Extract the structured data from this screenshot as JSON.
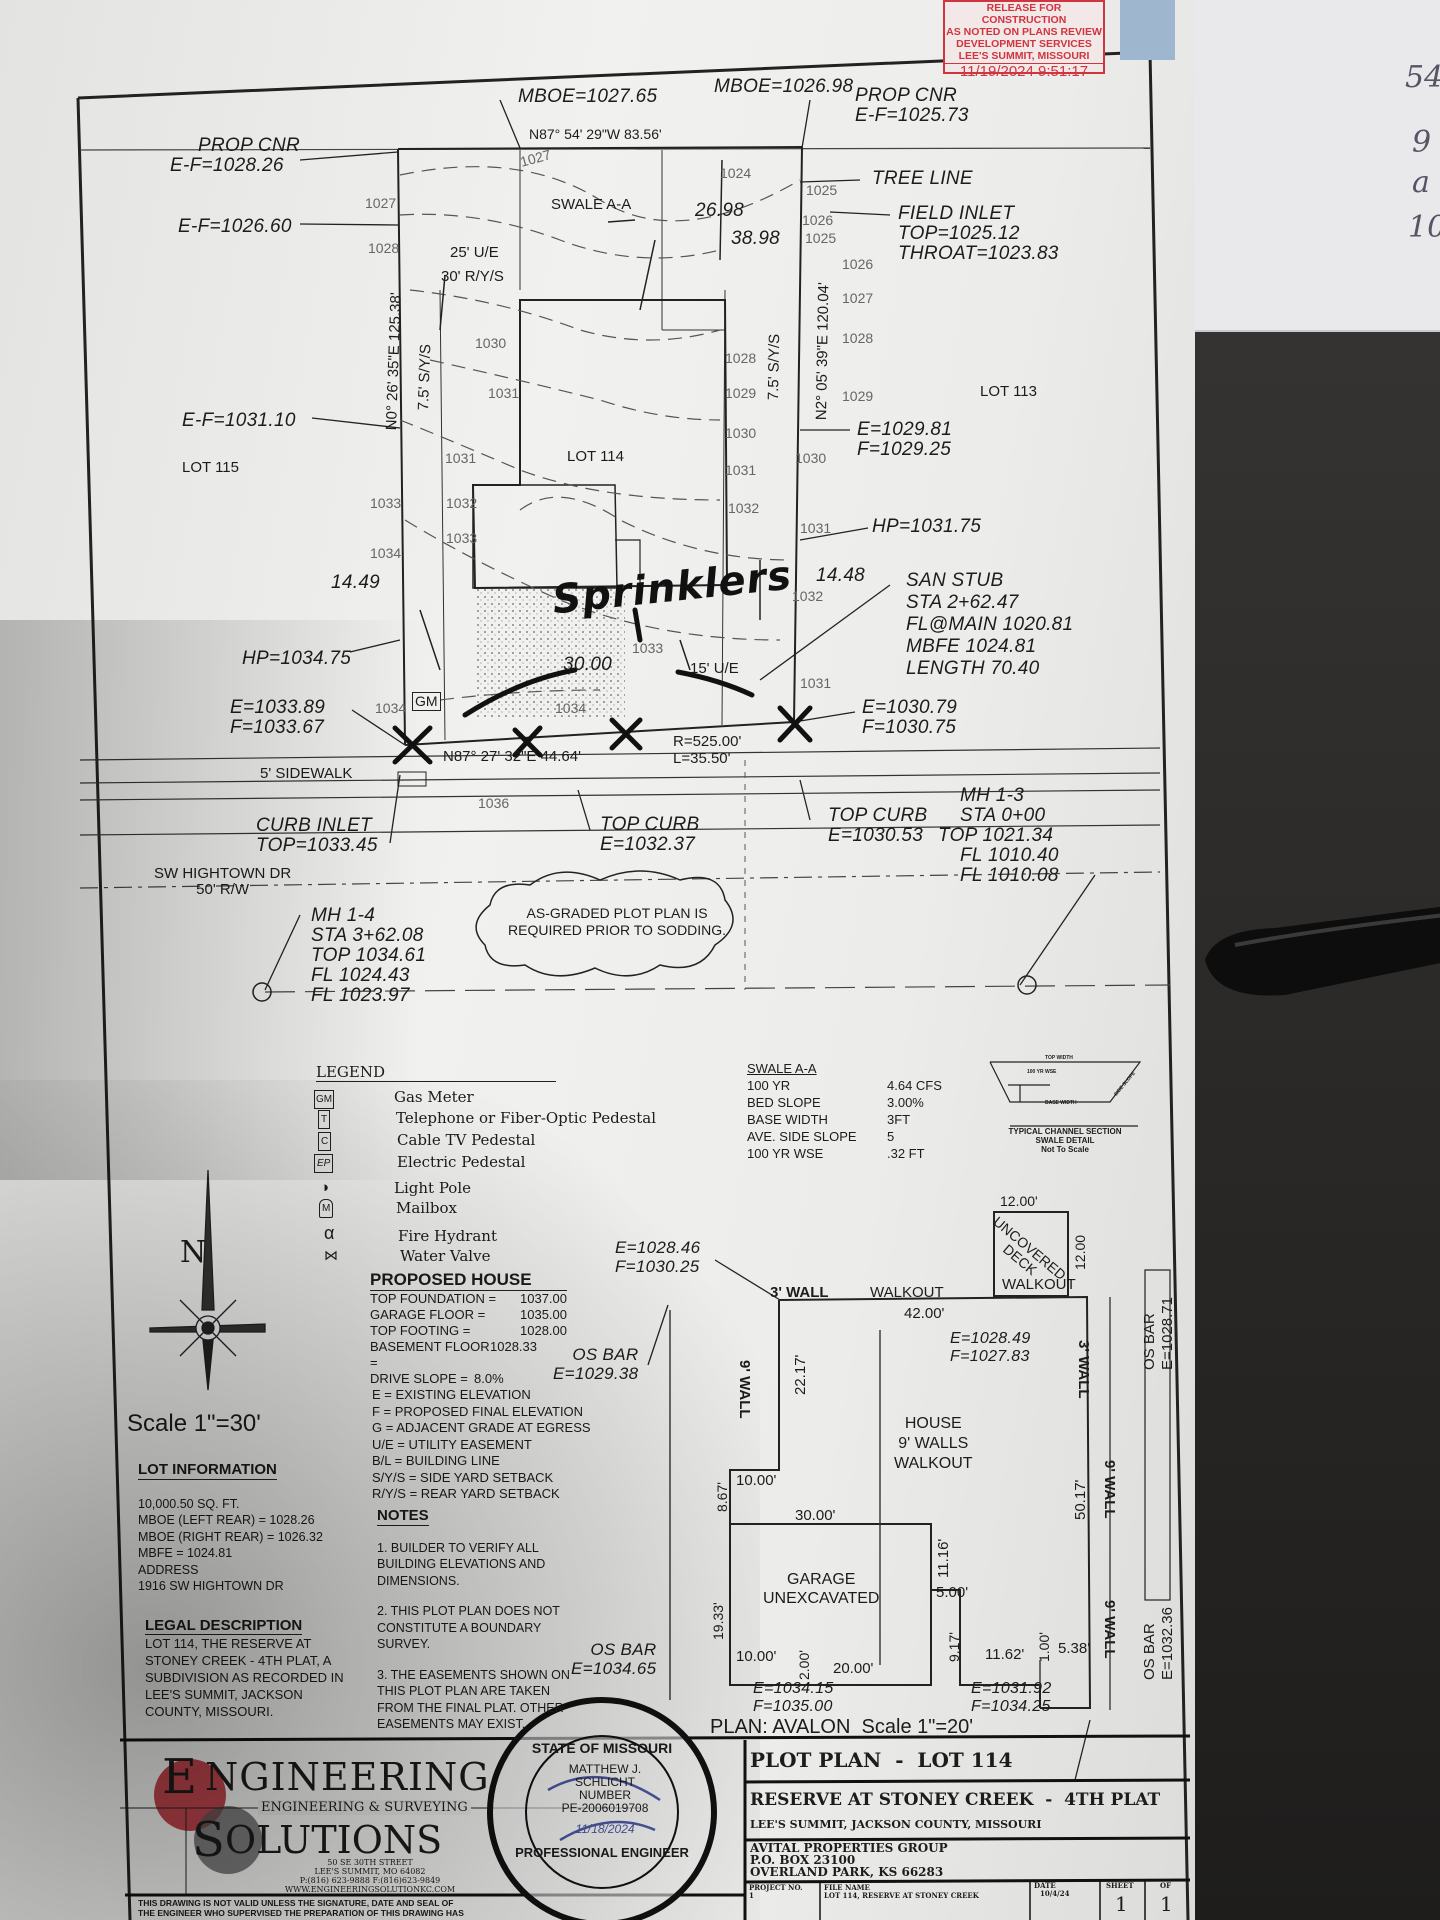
{
  "stamp": {
    "lines": [
      "RELEASE FOR CONSTRUCTION",
      "AS NOTED ON PLANS REVIEW",
      "DEVELOPMENT SERVICES",
      "LEE'S SUMMIT, MISSOURI"
    ],
    "datetime": "11/19/2024 9:51:17"
  },
  "side_paper_handwriting": [
    "54",
    "9",
    "a",
    "10"
  ],
  "site": {
    "mboe_left": "MBOE=1027.65",
    "bearing_rear": "N87° 54' 29\"W 83.56'",
    "mboe_right": "MBOE=1026.98",
    "prop_cnr_left": [
      "PROP CNR",
      "E-F=1028.26"
    ],
    "prop_cnr_right": [
      "PROP CNR",
      "E-F=1025.73"
    ],
    "tree_line": "TREE LINE",
    "field_inlet": [
      "FIELD INLET",
      "TOP=1025.12",
      "THROAT=1023.83"
    ],
    "swale": "SWALE A-A",
    "dim_2698": "26.98",
    "dim_3898": "38.98",
    "ef_102660": "E-F=1026.60",
    "ue_25": "25' U/E",
    "rys_30": "30' R/Y/S",
    "bearing_left": "N0° 26' 35\"E 125.38'",
    "bearing_right": "N2° 05' 39\"E 120.04'",
    "sys_left": "7.5' S/Y/S",
    "sys_right": "7.5' S/Y/S",
    "lot_113": "LOT 113",
    "lot_114": "LOT 114",
    "lot_115": "LOT 115",
    "ef_103110": "E-F=1031.10",
    "ef_right": [
      "E=1029.81",
      "F=1029.25"
    ],
    "hp_right": "HP=1031.75",
    "hp_left": "HP=1034.75",
    "dim_1449": "14.49",
    "dim_1448": "14.48",
    "san_stub": [
      "SAN STUB",
      "STA 2+62.47",
      "FL@MAIN 1020.81",
      "MBFE 1024.81",
      "LENGTH 70.40"
    ],
    "dim_3000": "30.00",
    "ue_15": "15' U/E",
    "ef_front_left": [
      "E=1033.89",
      "F=1033.67"
    ],
    "ef_front_right": [
      "E=1030.79",
      "F=1030.75"
    ],
    "bearing_front": "N87° 27' 32\"E 44.64'",
    "curve": [
      "R=525.00'",
      "L=35.50'"
    ],
    "sidewalk": "5' SIDEWALK",
    "curb_inlet": [
      "CURB INLET",
      "TOP=1033.45"
    ],
    "top_curb_left": [
      "TOP CURB",
      "E=1032.37"
    ],
    "top_curb_right": [
      "TOP CURB",
      "E=1030.53"
    ],
    "mh_13": [
      "MH 1-3",
      "STA 0+00",
      "TOP 1021.34",
      "FL 1010.40",
      "FL 1010.08"
    ],
    "street": [
      "SW HIGHTOWN DR",
      "50' R/W"
    ],
    "as_graded_note": [
      "AS-GRADED PLOT PLAN IS",
      "REQUIRED PRIOR TO SODDING."
    ],
    "mh_14": [
      "MH 1-4",
      "STA 3+62.08",
      "TOP 1034.61",
      "FL 1024.43",
      "FL 1023.97"
    ],
    "contours": [
      "1027",
      "1027",
      "1028",
      "1026",
      "1025",
      "1025",
      "1024",
      "1026",
      "1027",
      "1028",
      "1029",
      "1030",
      "1031",
      "1032",
      "1033",
      "1034",
      "1028",
      "1029",
      "1030",
      "1031",
      "1032",
      "1033",
      "1034",
      "1031",
      "1032",
      "1033",
      "1034",
      "1030",
      "1031",
      "1036",
      "1031"
    ],
    "handwritten_note": "Sprinklers",
    "gm_symbol": "GM"
  },
  "legend": {
    "title": "LEGEND",
    "items": [
      {
        "icon": "gas-meter",
        "symbol": "GM",
        "label": "Gas Meter"
      },
      {
        "icon": "telephone-pedestal",
        "symbol": "T",
        "label": "Telephone or Fiber-Optic Pedestal"
      },
      {
        "icon": "cable-pedestal",
        "symbol": "C",
        "label": "Cable TV Pedestal"
      },
      {
        "icon": "electric-pedestal",
        "symbol": "EP",
        "label": "Electric Pedestal"
      },
      {
        "icon": "light-pole",
        "symbol": "◑",
        "label": "Light Pole"
      },
      {
        "icon": "mailbox",
        "symbol": "M",
        "label": "Mailbox"
      },
      {
        "icon": "fire-hydrant",
        "symbol": "α",
        "label": "Fire Hydrant"
      },
      {
        "icon": "water-valve",
        "symbol": "⋈",
        "label": "Water Valve"
      }
    ]
  },
  "swale_table": {
    "title": "SWALE A-A",
    "rows": [
      [
        "100 YR",
        "4.64 CFS"
      ],
      [
        "BED SLOPE",
        "3.00%"
      ],
      [
        "BASE WIDTH",
        "3FT"
      ],
      [
        "AVE. SIDE SLOPE",
        "5"
      ],
      [
        "100 YR WSE",
        ".32 FT"
      ]
    ],
    "detail": {
      "top": "TOP WIDTH",
      "wse": "100 YR WSE",
      "base": "BASE WIDTH",
      "side": "SIDE SLOPE",
      "caption": [
        "TYPICAL CHANNEL SECTION",
        "SWALE DETAIL",
        "Not To Scale"
      ]
    }
  },
  "north_label": "N",
  "scale_site": "Scale 1\"=30'",
  "proposed_house": {
    "title": "PROPOSED HOUSE",
    "rows": [
      [
        "TOP FOUNDATION =",
        "1037.00"
      ],
      [
        "GARAGE FLOOR =",
        "1035.00"
      ],
      [
        "TOP FOOTING =",
        "1028.00"
      ],
      [
        "BASEMENT FLOOR =",
        "1028.33"
      ],
      [
        "DRIVE SLOPE =",
        "8.0%"
      ]
    ]
  },
  "abbreviations": [
    "E = EXISTING ELEVATION",
    "F = PROPOSED FINAL ELEVATION",
    "G = ADJACENT GRADE AT EGRESS",
    "U/E = UTILITY EASEMENT",
    "B/L = BUILDING LINE",
    "S/Y/S = SIDE YARD SETBACK",
    "R/Y/S = REAR YARD SETBACK"
  ],
  "lot_information": {
    "title": "LOT INFORMATION",
    "lines": [
      "10,000.50 SQ. FT.",
      "MBOE (LEFT REAR) = 1028.26",
      "MBOE (RIGHT REAR) = 1026.32",
      "MBFE = 1024.81",
      "ADDRESS",
      "1916 SW HIGHTOWN DR"
    ]
  },
  "legal_description": {
    "title": "LEGAL DESCRIPTION",
    "lines": [
      "LOT 114, THE RESERVE AT",
      "STONEY CREEK - 4TH PLAT, A",
      "SUBDIVISION AS RECORDED IN",
      "LEE'S SUMMIT, JACKSON",
      "COUNTY, MISSOURI."
    ]
  },
  "notes": {
    "title": "NOTES",
    "items": [
      [
        "1. BUILDER TO VERIFY ALL",
        "BUILDING ELEVATIONS AND",
        "DIMENSIONS."
      ],
      [
        "2. THIS PLOT PLAN DOES NOT",
        "CONSTITUTE A BOUNDARY",
        "SURVEY."
      ],
      [
        "3. THE EASEMENTS SHOWN ON",
        "THIS PLOT PLAN ARE TAKEN",
        "FROM THE FINAL PLAT. OTHER",
        "EASEMENTS MAY EXIST."
      ]
    ]
  },
  "house_plan": {
    "ef_top_left": [
      "E=1028.46",
      "F=1030.25"
    ],
    "os_bar_left": [
      "OS BAR",
      "E=1029.38"
    ],
    "os_bar_bottom_left": [
      "OS BAR",
      "E=1034.65"
    ],
    "wall_3_top": "3' WALL",
    "walkout_top": "WALKOUT",
    "dim_42": "42.00'",
    "ef_right": [
      "E=1028.49",
      "F=1027.83"
    ],
    "deck": [
      "UNCOVERED",
      "DECK",
      "WALKOUT"
    ],
    "deck_dim_w": "12.00'",
    "deck_dim_h": "12.00",
    "wall_3_right": "3' WALL",
    "os_bar_right_top": [
      "OS BAR",
      "E=1028.71"
    ],
    "os_bar_right_bottom": [
      "OS BAR",
      "E=1032.36"
    ],
    "wall_9_left": "9' WALL",
    "dim_2217": "22.17'",
    "house_label": [
      "HOUSE",
      "9' WALLS",
      "WALKOUT"
    ],
    "dim_5017": "50.17'",
    "wall_9_right_a": "9' WALL",
    "wall_9_right_b": "9' WALL",
    "dim_1000_a": "10.00'",
    "dim_867": "8.67'",
    "dim_3000": "30.00'",
    "garage_label": [
      "GARAGE",
      "UNEXCAVATED"
    ],
    "dim_1116": "11.16'",
    "dim_500": "5.00'",
    "dim_1933": "19.33'",
    "dim_1000_b": "10.00'",
    "dim_200": "2.00'",
    "dim_2000": "20.00'",
    "dim_917": "9.17'",
    "dim_1162": "11.62'",
    "dim_100": "1.00'",
    "dim_538": "5.38'",
    "ef_bottom_left": [
      "E=1034.15",
      "F=1035.00"
    ],
    "ef_bottom_right": [
      "E=1031.92",
      "F=1034.25"
    ],
    "caption": "PLAN: AVALON  Scale 1\"=20'"
  },
  "company": {
    "name_1": "NGINEERING",
    "name_e": "E",
    "tagline": "ENGINEERING & SURVEYING",
    "name_s": "S",
    "name_2": "OLUTIONS",
    "address": [
      "50 SE 30TH STREET",
      "LEE'S SUMMIT, MO 64082",
      "P:(816) 623-9888 F:(816)623-9849",
      "WWW.ENGINEERINGSOLUTIONKC.COM"
    ]
  },
  "seal": {
    "ring_top": "STATE OF MISSOURI",
    "ring_bottom": "PROFESSIONAL ENGINEER",
    "name": [
      "MATTHEW J.",
      "SCHLICHT",
      "NUMBER",
      "PE-2006019708"
    ],
    "signature_date": "11/18/2024"
  },
  "title_block": {
    "title": "PLOT PLAN  -  LOT 114",
    "project": "RESERVE AT STONEY CREEK  -  4TH PLAT",
    "location": "LEE'S SUMMIT, JACKSON COUNTY, MISSOURI",
    "client": [
      "AVITAL PROPERTIES GROUP",
      "P.O. BOX 23100",
      "OVERLAND PARK, KS 66283"
    ],
    "project_no_label": "PROJECT NO.",
    "project_no": "1",
    "file_name_label": "FILE NAME",
    "file_name": "LOT 114, RESERVE AT STONEY CREEK",
    "date_label": "DATE",
    "date": "10/4/24",
    "sheet_label": "SHEET",
    "sheet": "1",
    "of_label": "OF",
    "of": "1"
  },
  "disclaimer": [
    "THIS DRAWING IS NOT VALID UNLESS THE SIGNATURE, DATE AND SEAL OF",
    "THE ENGINEER WHO SUPERVISED THE PREPARATION OF THIS DRAWING HAS"
  ]
}
